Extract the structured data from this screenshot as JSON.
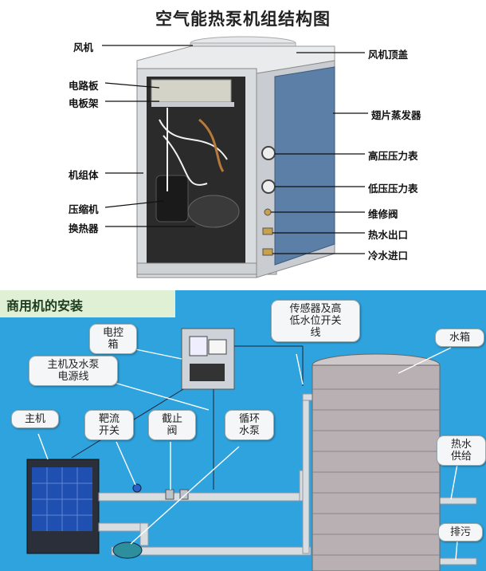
{
  "top": {
    "title": "空气能热泵机组结构图",
    "labels": {
      "fan": "风机",
      "circuit_board": "电路板",
      "board_frame": "电板架",
      "unit_body": "机组体",
      "compressor": "压缩机",
      "heat_exchanger": "换热器",
      "fan_top_cover": "风机顶盖",
      "fin_evaporator": "翅片蒸发器",
      "high_pressure_gauge": "高压压力表",
      "low_pressure_gauge": "低压压力表",
      "service_valve": "维修阀",
      "hot_water_outlet": "热水出口",
      "cold_water_inlet": "冷水进口"
    }
  },
  "bottom": {
    "title": "商用机的安装",
    "callouts": {
      "control_box": "电控\n箱",
      "host_pump_power": "主机及水泵\n电源线",
      "host": "主机",
      "target_flow_switch": "靶流\n开关",
      "stop_valve": "截止\n阀",
      "circulation_pump": "循环\n水泵",
      "sensor_line": "传感器及高\n低水位开关\n线",
      "water_tank": "水箱",
      "hot_water_supply": "热水\n供给",
      "drain": "排污"
    }
  },
  "colors": {
    "background_blue": "#2ea3de",
    "pipe": "#d8dde2",
    "tank": "#b9b0b4",
    "panel_blue": "#1f4fb0"
  }
}
